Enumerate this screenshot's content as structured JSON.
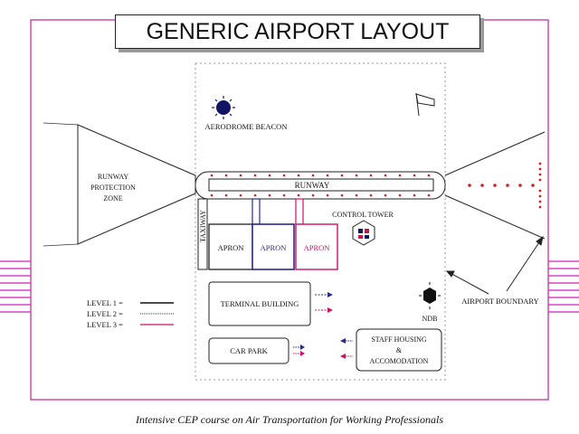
{
  "title": "GENERIC AIRPORT LAYOUT",
  "footer": "Intensive CEP course on Air Transportation for Working  Professionals",
  "labels": {
    "aerodrome_beacon": "AERODROME BEACON",
    "runway_protection_zone": [
      "RUNWAY",
      "PROTECTION",
      "ZONE"
    ],
    "runway": "RUNWAY",
    "taxiway": "TAXIWAY",
    "control_tower": "CONTROL TOWER",
    "apron_1": "APRON",
    "apron_2": "APRON",
    "apron_3": "APRON",
    "terminal_building": "TERMINAL BUILDING",
    "car_park": "CAR PARK",
    "staff_housing": [
      "STAFF HOUSING",
      "&",
      "ACCOMODATION"
    ],
    "ndb": "NDB",
    "airport_boundary": "AIRPORT BOUNDARY"
  },
  "legend": [
    {
      "label": "LEVEL 1 =",
      "color": "#111111"
    },
    {
      "label": "LEVEL 2 =",
      "color": "#2a2a8a"
    },
    {
      "label": "LEVEL 3 =",
      "color": "#cc1166"
    }
  ],
  "colors": {
    "frame": "#c0229a",
    "side_lines": "#d020c0",
    "level1": "#111111",
    "level2": "#2a2a8a",
    "level3": "#cc1166",
    "beacon": "#141464",
    "runway_lights": "#cc2222"
  }
}
